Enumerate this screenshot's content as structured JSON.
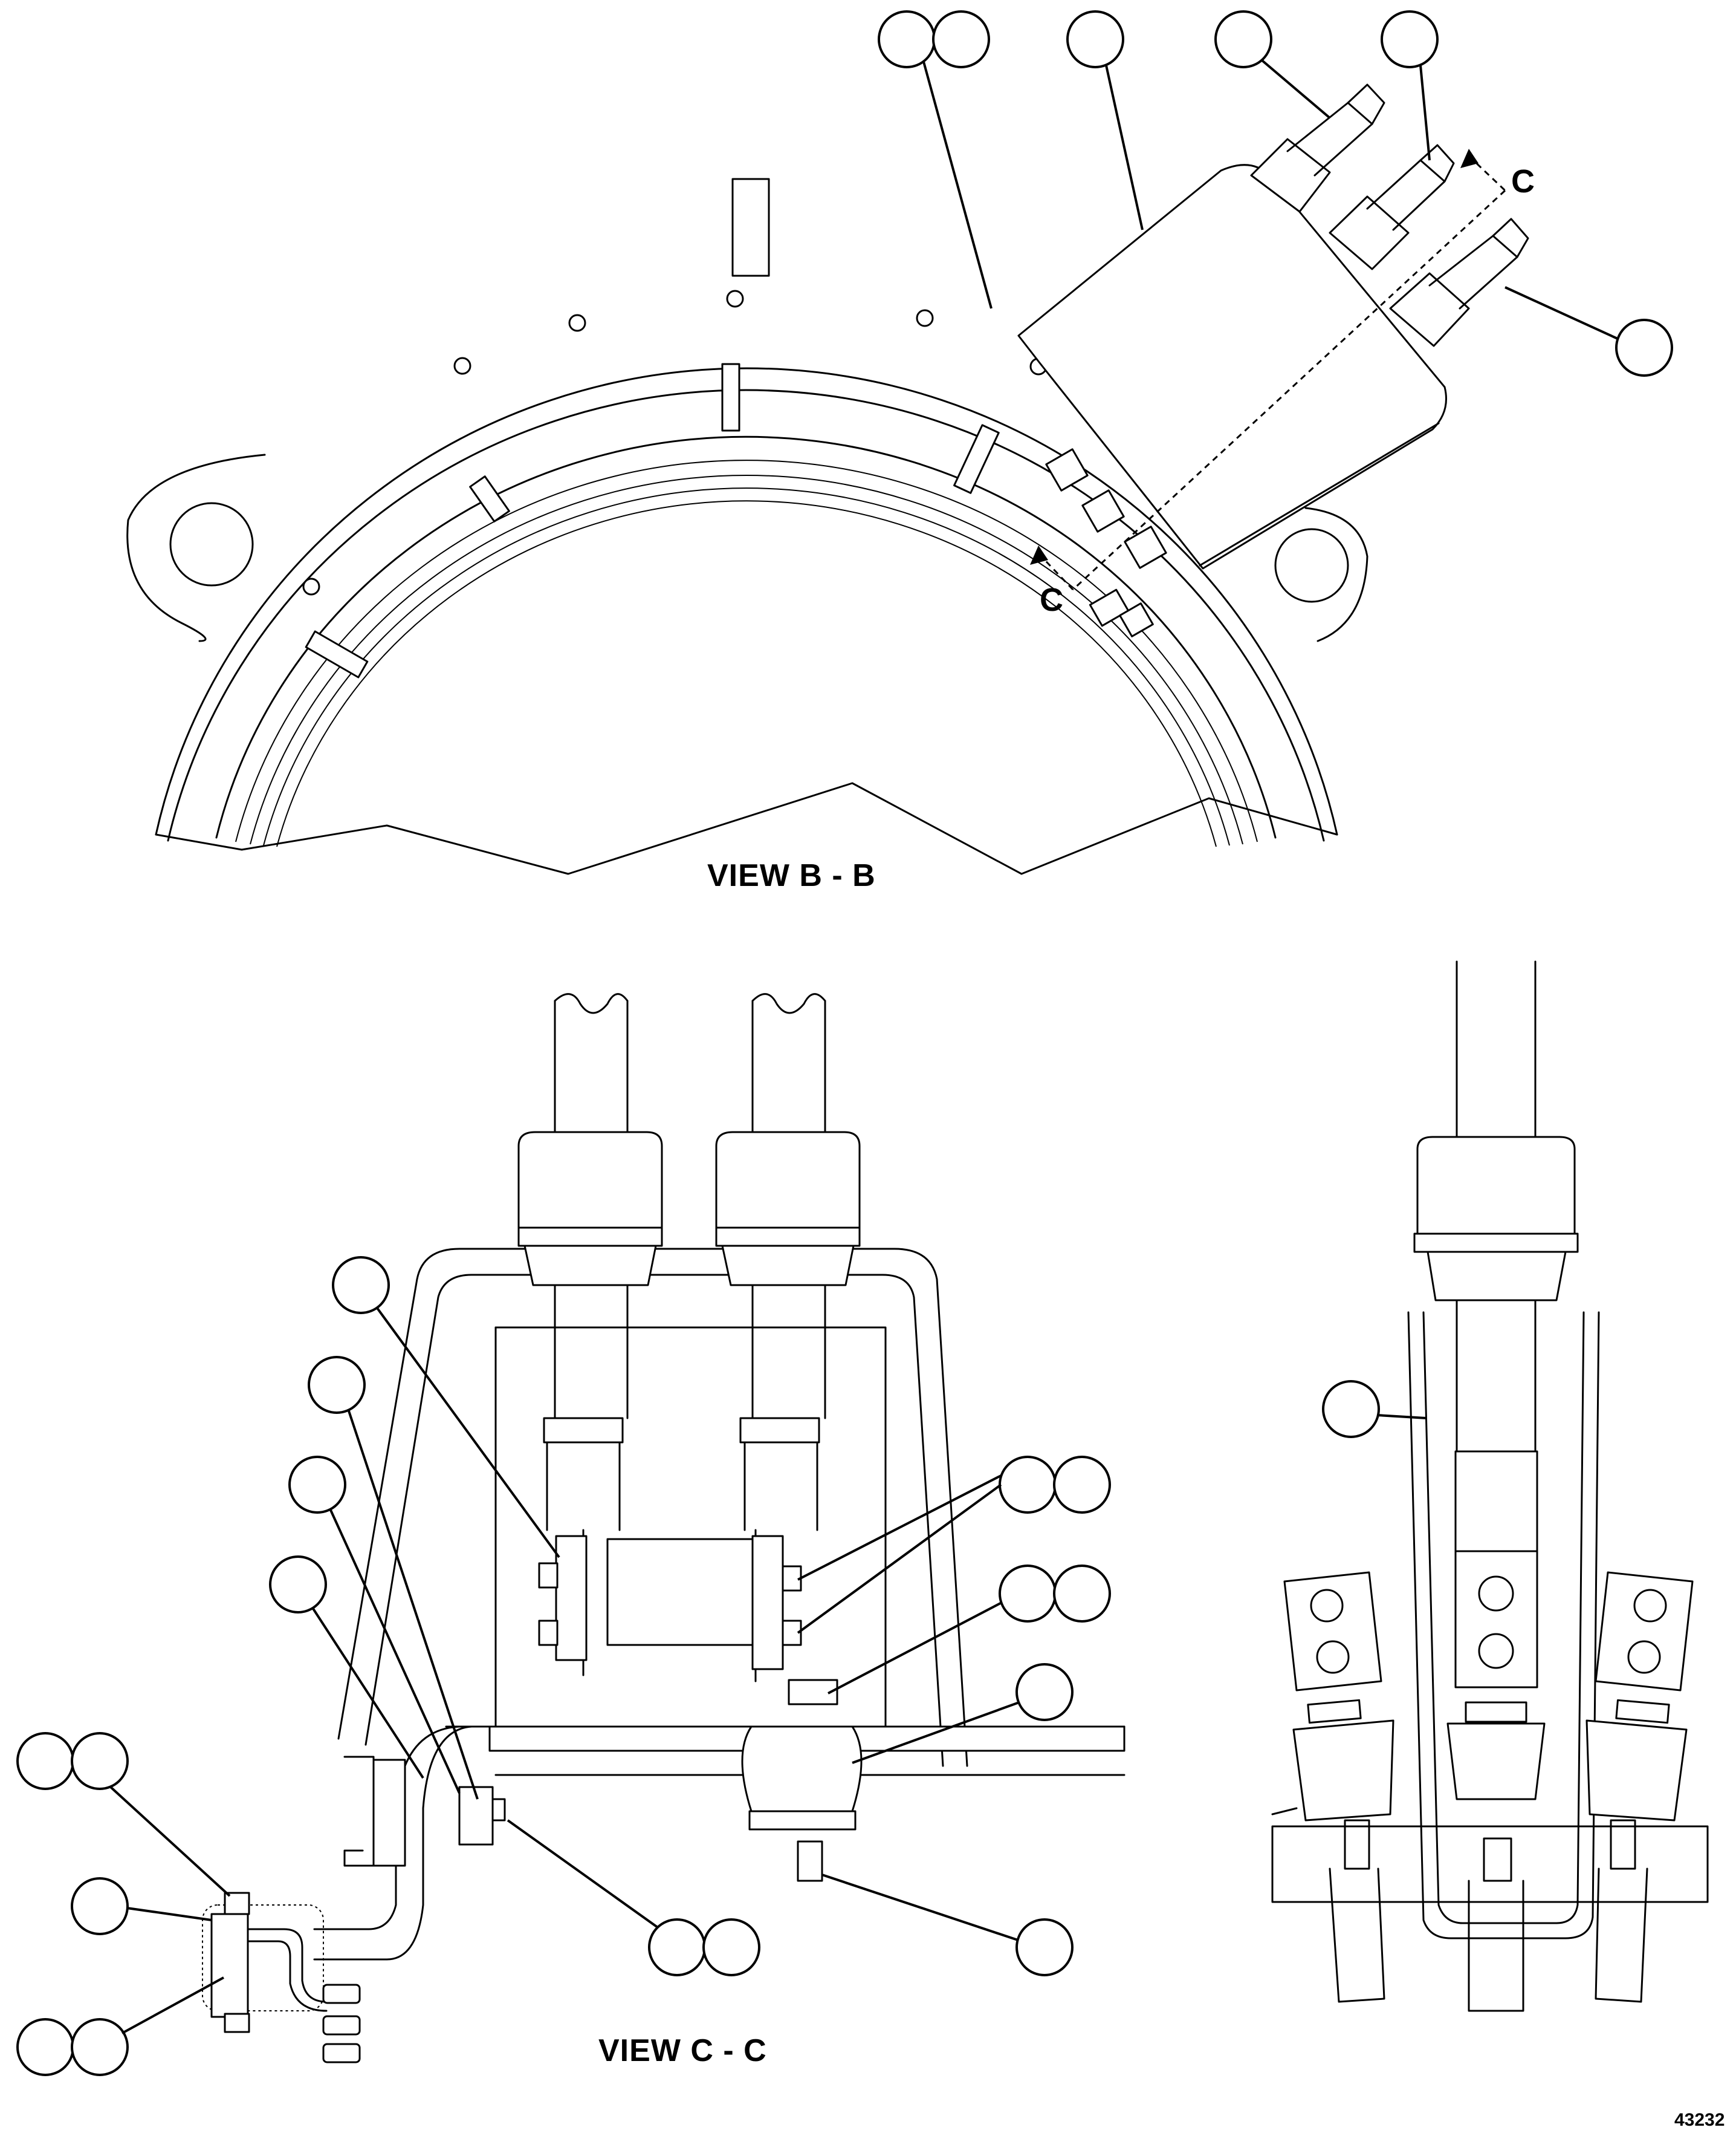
{
  "views": {
    "b": {
      "title": "VIEW B - B"
    },
    "c": {
      "title": "VIEW C - C"
    }
  },
  "section_markers": {
    "top": "C",
    "bottom": "C"
  },
  "figure_number": "43232"
}
